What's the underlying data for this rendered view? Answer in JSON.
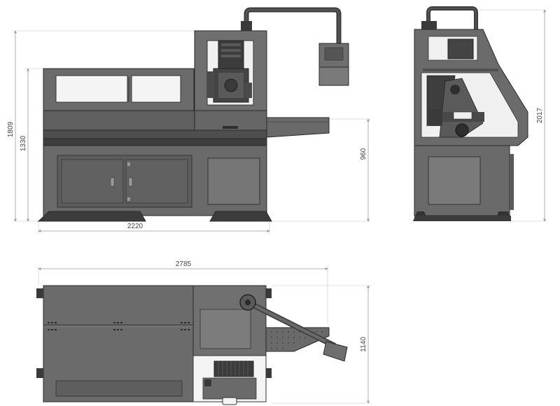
{
  "dimensions": {
    "front_overall_height": "1809",
    "front_body_height": "1330",
    "front_table_height": "960",
    "front_width": "2220",
    "side_height": "2017",
    "top_length": "2785",
    "top_depth": "1140"
  },
  "colors": {
    "body": "#6b6b6b",
    "body_dark": "#505050",
    "panel": "#8c8c8c",
    "window": "#f2f2f2",
    "outline": "#2a2a2a",
    "dimension_line": "#9a9a9a"
  },
  "views": [
    "front-view",
    "side-view",
    "top-view"
  ]
}
